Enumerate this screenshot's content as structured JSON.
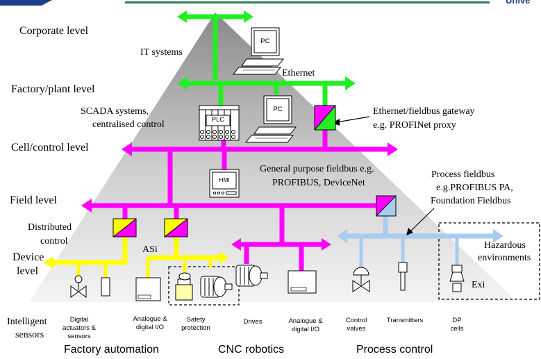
{
  "header": {
    "logo_fragment": "Unive"
  },
  "levels": {
    "corporate": "Corporate level",
    "factory": "Factory/plant level",
    "cell": "Cell/control level",
    "field": "Field level",
    "device_1": "Device",
    "device_2": "level"
  },
  "labels": {
    "it_systems": "IT systems",
    "ethernet": "Ethernet",
    "scada_1": "SCADA systems,",
    "scada_2": "centralised control",
    "gateway_1": "Ethernet/fieldbus gateway",
    "gateway_2": "e.g. PROFINet proxy",
    "fieldbus_1": "General purpose fieldbus e.g.",
    "fieldbus_2": "PROFIBUS, DeviceNet",
    "process_fb_1": "Process fieldbus",
    "process_fb_2": "e.g.PROFIBUS PA,",
    "process_fb_3": "Foundation Fieldbus",
    "distributed_1": "Distributed",
    "distributed_2": "control",
    "asi": "ASi",
    "hazardous_1": "Hazardous",
    "hazardous_2": "environments",
    "exi": "Exi"
  },
  "devices": {
    "pc": "PC",
    "plc": "PLC",
    "hmi": "HMI"
  },
  "bottom": {
    "intelligent_1": "Intelligent",
    "intelligent_2": "sensors",
    "dig_act_1": "Digital",
    "dig_act_2": "actuators &",
    "dig_act_3": "sensors",
    "analogue_1a": "Analogue &",
    "analogue_1b": "digital I/O",
    "safety_1": "Safety",
    "safety_2": "protection",
    "drives": "Drives",
    "analogue_2a": "Analogue &",
    "analogue_2b": "digital I/O",
    "control_1": "Control",
    "control_2": "valves",
    "transmitters": "Transmitters",
    "dp_1": "DP",
    "dp_2": "cells"
  },
  "categories": {
    "factory_automation": "Factory automation",
    "cnc_robotics": "CNC robotics",
    "process_control": "Process control"
  },
  "colors": {
    "ethernet": "#22ee22",
    "fieldbus": "#ff00ff",
    "asi": "#ffff00",
    "process": "#a8cbf0",
    "header_bar": "#2e7d5b"
  }
}
